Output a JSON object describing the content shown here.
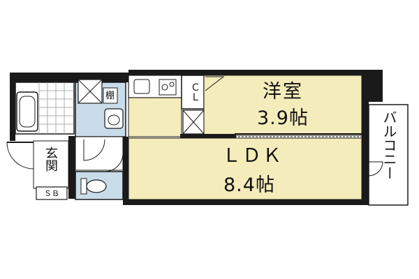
{
  "rooms": {
    "western_room": {
      "name": "洋室",
      "size": "3.9帖"
    },
    "ldk": {
      "name": "ＬＤＫ",
      "size": "8.4帖"
    }
  },
  "labels": {
    "closet": "ＣＬ",
    "shelf": "棚",
    "entrance": "玄関",
    "shoe_box": "ＳＢ",
    "balcony": "バルコニー"
  },
  "colors": {
    "room_fill": "#f5ecbb",
    "wet_fill": "#c9dcea",
    "wall": "#1a1a1a",
    "floor_white": "#ffffff"
  }
}
